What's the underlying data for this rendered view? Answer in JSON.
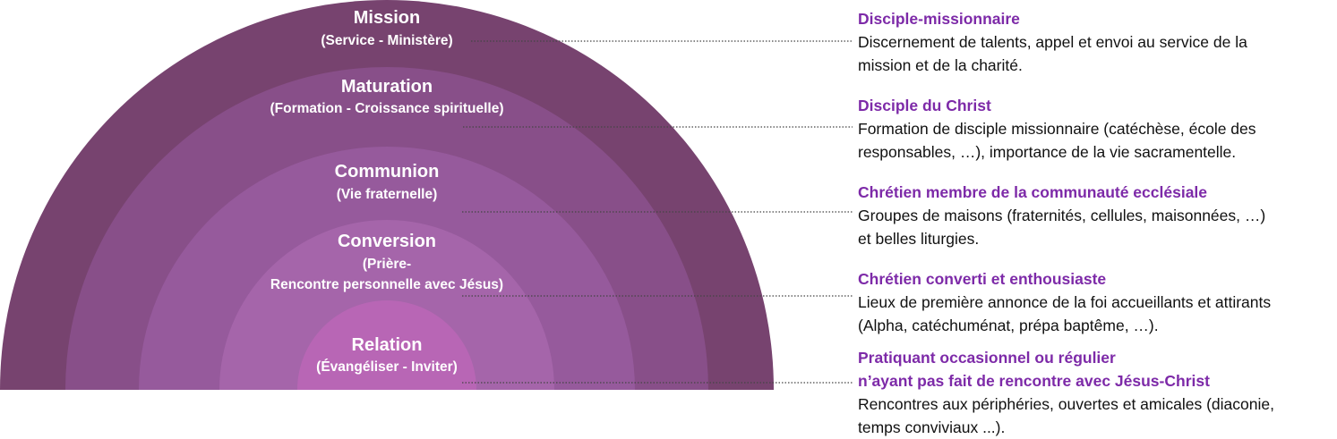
{
  "colors": {
    "ring_outer": "#77436f",
    "ring_2": "#884f89",
    "ring_3": "#965a9c",
    "ring_4": "#a565aa",
    "ring_center": "#b866b5",
    "heading_color": "#7d2aa8",
    "leader_line": "#444444"
  },
  "levels": [
    {
      "title": "Mission",
      "subtitle": "(Service - Ministère)",
      "heading": "Disciple-missionnaire",
      "description_lines": [
        "Discernement de talents, appel et envoi au service de la",
        "mission et de la charité."
      ]
    },
    {
      "title": "Maturation",
      "subtitle": "(Formation - Croissance spirituelle)",
      "heading": "Disciple du Christ",
      "description_lines": [
        "Formation de disciple missionnaire (catéchèse, école des",
        "responsables, …), importance de la vie sacramentelle."
      ]
    },
    {
      "title": "Communion",
      "subtitle": "(Vie fraternelle)",
      "heading": "Chrétien membre de la communauté ecclésiale",
      "description_lines": [
        "Groupes de maisons (fraternités, cellules, maisonnées, …)",
        "et belles liturgies."
      ]
    },
    {
      "title": "Conversion",
      "subtitle_lines": [
        "(Prière-",
        "Rencontre personnelle avec Jésus)"
      ],
      "heading": "Chrétien converti et enthousiaste",
      "description_lines": [
        "Lieux de première annonce de la foi accueillants et attirants",
        "(Alpha, catéchuménat, prépa baptême, …)."
      ]
    },
    {
      "title": "Relation",
      "subtitle": "(Évangéliser - Inviter)",
      "heading_lines": [
        "Pratiquant occasionnel ou régulier",
        "n’ayant pas fait de rencontre avec Jésus-Christ"
      ],
      "description_lines": [
        "Rencontres aux périphéries, ouvertes et amicales (diaconie,",
        "temps conviviaux ...)."
      ]
    }
  ]
}
